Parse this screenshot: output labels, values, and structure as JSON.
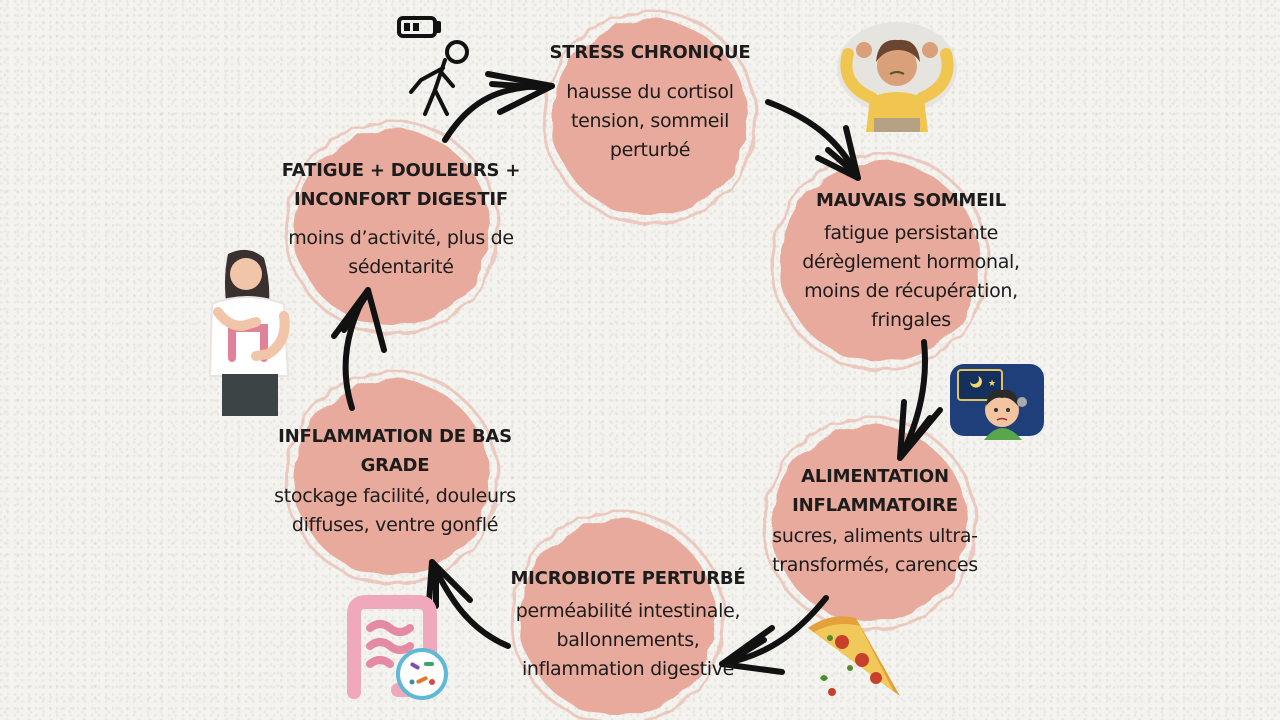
{
  "colors": {
    "circle": "#e8aa9c",
    "arrow": "#111111",
    "text": "#1c1c1c"
  },
  "nodes": [
    {
      "title": "STRESS CHRONIQUE",
      "desc": "hausse du cortisol\ntension, sommeil\nperturbé"
    },
    {
      "title": "MAUVAIS SOMMEIL",
      "desc": "fatigue persistante\ndérèglement hormonal,\nmoins de récupération,\nfringales"
    },
    {
      "title": "ALIMENTATION\nINFLAMMATOIRE",
      "desc": "sucres, aliments ultra-\ntransformés, carences"
    },
    {
      "title": "MICROBIOTE PERTURBÉ",
      "desc": "perméabilité intestinale,\nballonnements,\ninflammation digestive"
    },
    {
      "title": "INFLAMMATION DE BAS\nGRADE",
      "desc": "stockage facilité, douleurs\ndiffuses, ventre gonflé"
    },
    {
      "title": "FATIGUE + DOULEURS +\nINCONFORT DIGESTIF",
      "desc": "moins d’activité, plus de\nsédentarité"
    }
  ],
  "illustrations": [
    "tired-person-low-battery-icon",
    "stressed-woman-illustration",
    "insomnia-boy-illustration",
    "pizza-slice-illustration",
    "intestine-microbiome-illustration",
    "woman-abdominal-pain-illustration"
  ]
}
